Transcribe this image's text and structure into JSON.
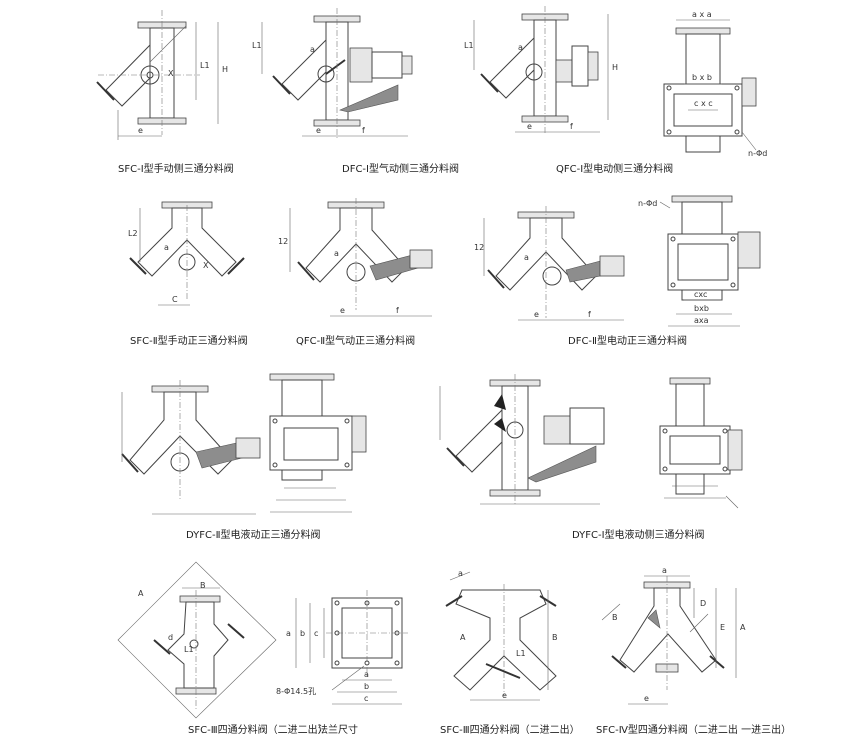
{
  "figures": [
    {
      "id": "fig1",
      "caption": "SFC-Ⅰ型手动侧三通分料阀",
      "labels": [
        "L1",
        "H",
        "e",
        "X"
      ]
    },
    {
      "id": "fig2",
      "caption": "DFC-Ⅰ型气动侧三通分料阀",
      "labels": [
        "L1",
        "a",
        "e",
        "f"
      ]
    },
    {
      "id": "fig3",
      "caption": "QFC-Ⅰ型电动侧三通分料阀",
      "labels": [
        "L1",
        "a",
        "H",
        "e",
        "f"
      ]
    },
    {
      "id": "fig4",
      "caption": "",
      "labels": [
        "a x a",
        "b x b",
        "c x c",
        "n-Φd"
      ]
    },
    {
      "id": "fig5",
      "caption": "SFC-Ⅱ型手动正三通分料阀",
      "labels": [
        "L2",
        "a",
        "X",
        "C"
      ]
    },
    {
      "id": "fig6",
      "caption": "QFC-Ⅱ型气动正三通分料阀",
      "labels": [
        "12",
        "a",
        "e",
        "f"
      ]
    },
    {
      "id": "fig7",
      "caption": "DFC-Ⅱ型电动正三通分料阀",
      "labels": [
        "12",
        "a",
        "e",
        "f"
      ]
    },
    {
      "id": "fig8",
      "caption": "",
      "labels": [
        "n-Φd",
        "cxc",
        "bxb",
        "axa"
      ]
    },
    {
      "id": "fig9",
      "caption": "DYFC-Ⅱ型电液动正三通分料阀",
      "labels": []
    },
    {
      "id": "fig10",
      "caption": "",
      "labels": []
    },
    {
      "id": "fig11",
      "caption": "DYFC-Ⅰ型电液动侧三通分料阀",
      "labels": []
    },
    {
      "id": "fig12",
      "caption": "",
      "labels": []
    },
    {
      "id": "fig13",
      "caption": "SFC-Ⅲ四通分料阀（二进二出）",
      "labels": [
        "A",
        "B",
        "d",
        "L1"
      ]
    },
    {
      "id": "fig14",
      "caption": "法兰尺寸",
      "labels": [
        "a",
        "b",
        "c",
        "a",
        "b",
        "c",
        "8-Φ14.5孔"
      ]
    },
    {
      "id": "fig15",
      "caption": "SFC-Ⅲ四通分料阀（二进二出）",
      "labels": [
        "a",
        "A",
        "B",
        "L1",
        "e"
      ]
    },
    {
      "id": "fig16",
      "caption": "SFC-Ⅳ型四通分料阀（二进二出 一进三出）",
      "labels": [
        "a",
        "B",
        "D",
        "E",
        "A",
        "e"
      ]
    }
  ]
}
